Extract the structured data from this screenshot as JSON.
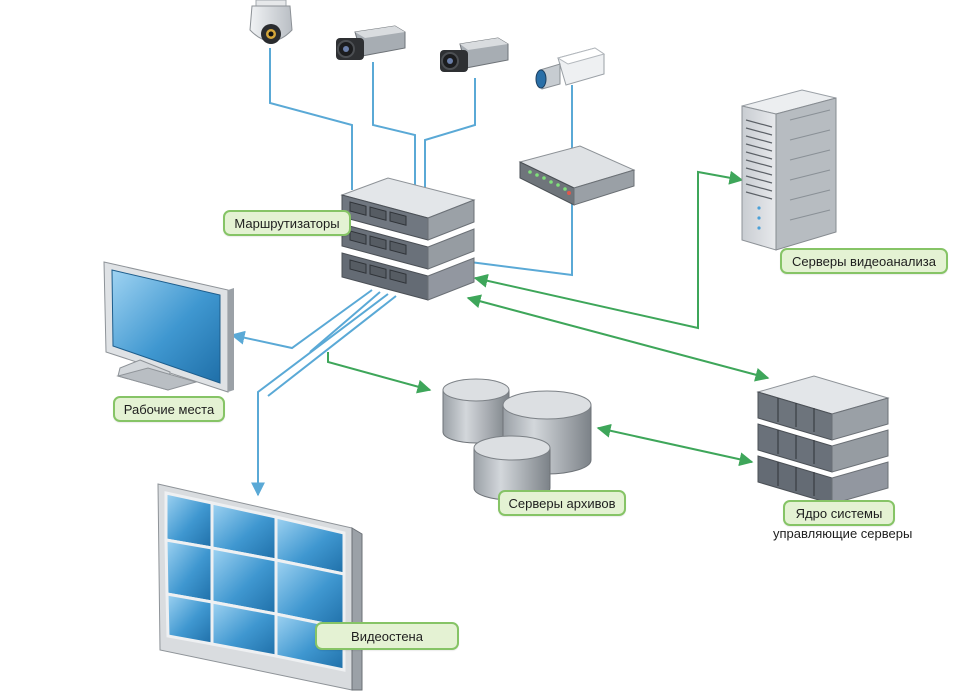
{
  "labels": {
    "routers": "Маршрутизаторы",
    "analytics_servers": "Серверы видеоанализа",
    "workstations": "Рабочие места",
    "archive_servers": "Серверы архивов",
    "core": "Ядро системы",
    "core_sub": "управляющие серверы",
    "video_wall": "Видеостена"
  },
  "colors": {
    "camera_link": "#5aa9d6",
    "server_link": "#3ea65a",
    "label_fill": "#e4f2d3",
    "label_border": "#86c466"
  },
  "icons": [
    "dome-camera-icon",
    "box-camera-icon",
    "box-camera-icon",
    "bullet-camera-icon",
    "network-switch-icon",
    "router-stack-icon",
    "server-rack-icon",
    "monitor-icon",
    "database-icon",
    "server-stack-icon",
    "video-wall-icon"
  ]
}
